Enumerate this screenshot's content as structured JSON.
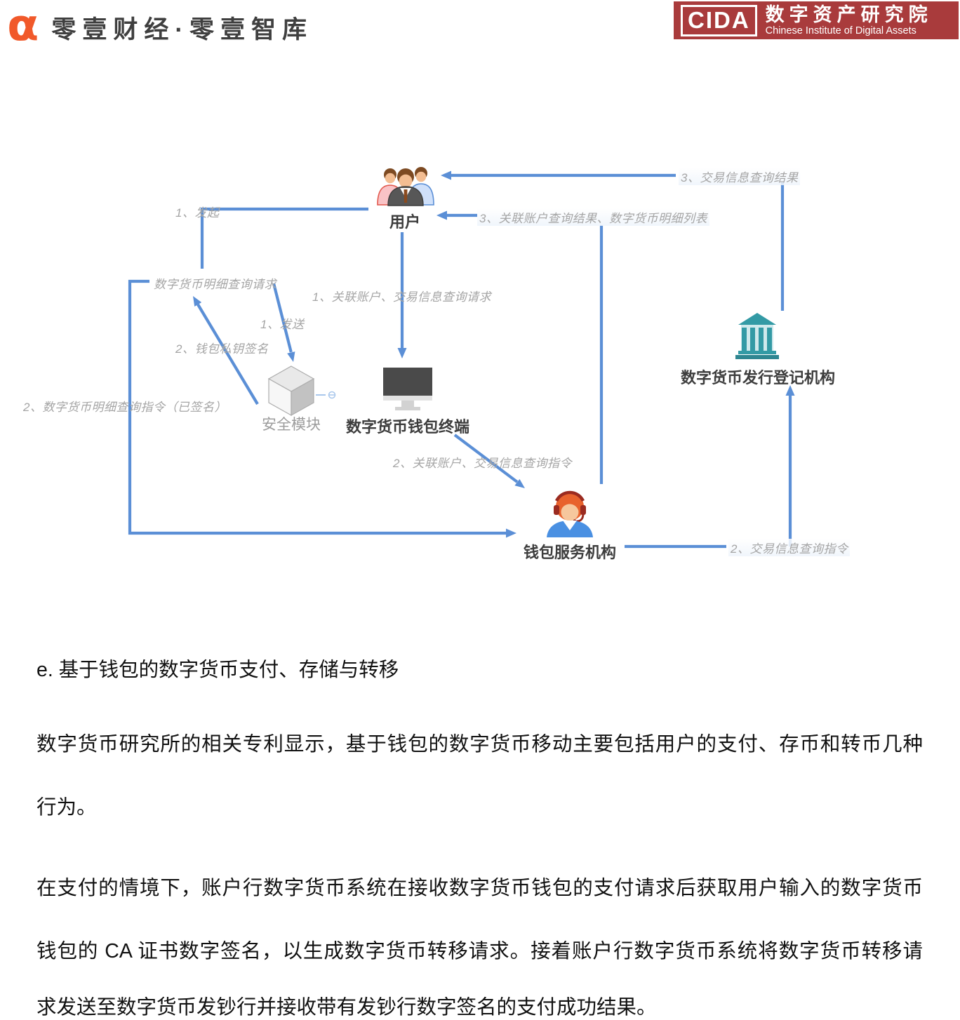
{
  "header": {
    "brand": {
      "logo_glyph": "α",
      "name": "零壹财经·零壹智库",
      "logo_color": "#F1592A"
    },
    "institute": {
      "acronym": "CIDA",
      "name_cn": "数字资产研究院",
      "name_en": "Chinese Institute of Digital Assets",
      "banner_color": "#A93B3C"
    }
  },
  "diagram": {
    "colors": {
      "line": "#5B8FD6",
      "edge_label": "#A5A5A5"
    },
    "nodes": {
      "user": {
        "label": "用户",
        "icon": "users-group-icon"
      },
      "security_module": {
        "label": "安全模块",
        "icon": "cube-icon"
      },
      "wallet_terminal": {
        "label": "数字货币钱包终端",
        "icon": "monitor-icon"
      },
      "issuing_registry": {
        "label": "数字货币发行登记机构",
        "icon": "bank-icon"
      },
      "wallet_service": {
        "label": "钱包服务机构",
        "icon": "support-agent-icon"
      }
    },
    "edge_labels": {
      "initiate": "1、发起",
      "detail_query_request": "数字货币明细查询请求",
      "send": "1、发送",
      "wallet_private_key_sign": "2、钱包私钥签名",
      "signed_detail_query_cmd": "2、数字货币明细查询指令（已签名）",
      "account_tx_query_request": "1、关联账户、交易信息查询请求",
      "account_tx_query_cmd": "2、关联账户、交易信息查询指令",
      "tx_query_cmd": "2、交易信息查询指令",
      "tx_query_result": "3、交易信息查询结果",
      "account_result_detail_list": "3、关联账户查询结果、数字货币明细列表"
    }
  },
  "content": {
    "heading": "e. 基于钱包的数字货币支付、存储与转移",
    "paragraph1": {
      "line1": "数字货币研究所的相关专利显示，基于钱包的数字货币移动主要包括用户的支付、存币和转币几种",
      "line2": "行为。"
    },
    "paragraph2": {
      "line1": "在支付的情境下，账户行数字货币系统在接收数字货币钱包的支付请求后获取用户输入的数字货币",
      "line2": "钱包的 CA 证书数字签名，以生成数字货币转移请求。接着账户行数字货币系统将数字货币转移请",
      "line3": "求发送至数字货币发钞行并接收带有发钞行数字签名的支付成功结果。"
    }
  }
}
